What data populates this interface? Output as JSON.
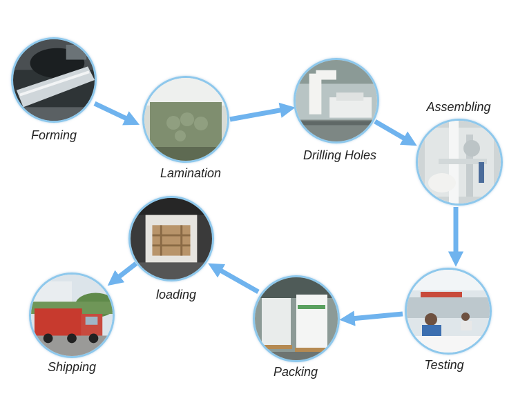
{
  "colors": {
    "arrow": "#6fb3ee",
    "ring": "#8ec8ec"
  },
  "steps": [
    {
      "label": "Forming",
      "icon": "forming-photo"
    },
    {
      "label": "Lamination",
      "icon": "lamination-photo"
    },
    {
      "label": "Drilling Holes",
      "icon": "drilling-holes-photo"
    },
    {
      "label": "Assembling",
      "icon": "assembling-photo"
    },
    {
      "label": "Testing",
      "icon": "testing-photo"
    },
    {
      "label": "Packing",
      "icon": "packing-photo"
    },
    {
      "label": "loading",
      "icon": "loading-photo"
    },
    {
      "label": "Shipping",
      "icon": "shipping-photo"
    }
  ]
}
